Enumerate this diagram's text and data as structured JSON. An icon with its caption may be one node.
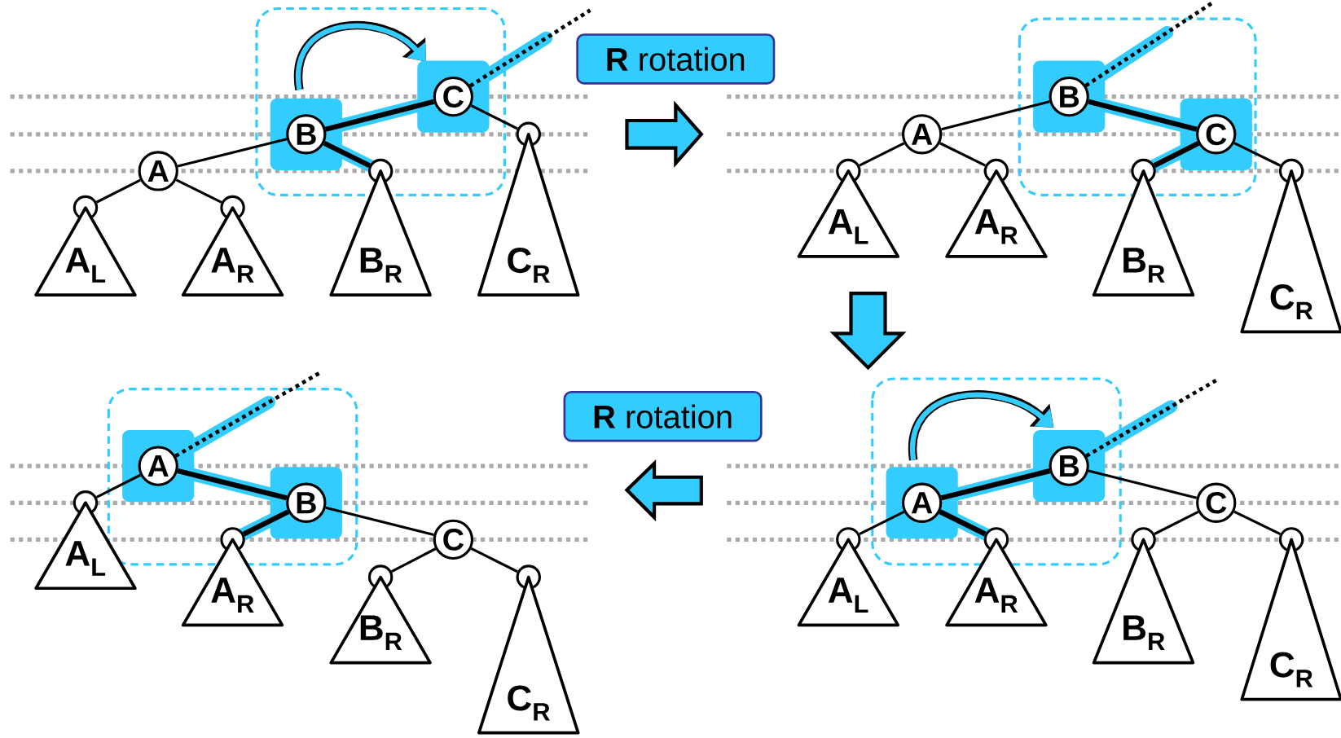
{
  "diagram": {
    "nodes": [
      {
        "text": [
          "A"
        ]
      },
      {
        "text": [
          "B"
        ]
      },
      {
        "text": [
          "C"
        ]
      },
      {
        "text": [],
        "shape": "circle"
      },
      {
        "text": [],
        "shape": "circle"
      },
      {
        "text": [],
        "shape": "circle"
      },
      {
        "text": [],
        "shape": "circle"
      },
      {
        "text": [
          "A$_{L}$"
        ]
      },
      {
        "text": [
          "A$_{R}$"
        ]
      },
      {
        "text": [
          "B$_{R}$"
        ]
      },
      {
        "text": [
          "C$_{R}$"
        ]
      },
      {
        "text": [
          "**R** rotation"
        ]
      },
      {
        "text": [
          "A"
        ]
      },
      {
        "text": [
          "B"
        ]
      },
      {
        "text": [
          "C"
        ]
      },
      {
        "text": [],
        "shape": "circle"
      },
      {
        "text": [],
        "shape": "circle"
      },
      {
        "text": [],
        "shape": "circle"
      },
      {
        "text": [],
        "shape": "circle"
      },
      {
        "text": [
          "A$_{L}$"
        ]
      },
      {
        "text": [
          "A$_{R}$"
        ]
      },
      {
        "text": [
          "B$_{R}$"
        ]
      },
      {
        "text": [
          "C$_{R}$"
        ]
      },
      {
        "text": [
          "A"
        ]
      },
      {
        "text": [
          "B"
        ]
      },
      {
        "text": [
          "C"
        ]
      },
      {
        "text": [],
        "shape": "circle"
      },
      {
        "text": [],
        "shape": "circle"
      },
      {
        "text": [],
        "shape": "circle"
      },
      {
        "text": [],
        "shape": "circle"
      },
      {
        "text": [
          "A$_{L}$"
        ]
      },
      {
        "text": [
          "A$_{R}$"
        ]
      },
      {
        "text": [
          "B$_{R}$"
        ]
      },
      {
        "text": [
          "C$_{R}$"
        ]
      },
      {
        "text": [
          "**R** rotation"
        ]
      },
      {
        "text": [
          "A"
        ]
      },
      {
        "text": [
          "B"
        ]
      },
      {
        "text": [
          "C"
        ]
      },
      {
        "text": [],
        "shape": "circle"
      },
      {
        "text": [],
        "shape": "circle"
      },
      {
        "text": [],
        "shape": "circle"
      },
      {
        "text": [],
        "shape": "circle"
      },
      {
        "text": [
          "A$_{L}$"
        ]
      },
      {
        "text": [
          "A$_{R}$"
        ]
      },
      {
        "text": [
          "B$_{R}$"
        ]
      },
      {
        "text": [
          "C$_{R}$"
        ]
      }
    ],
    "edges": [
      {
        "from": 0,
        "to": 3,
        "arrow": "none"
      },
      {
        "from": 0,
        "to": 4,
        "arrow": "none"
      },
      {
        "from": 0,
        "to": 1,
        "arrow": "none"
      },
      {
        "from": 1,
        "to": 5,
        "arrow": "none",
        "style": "thick"
      },
      {
        "from": 1,
        "to": 2,
        "arrow": "none",
        "style": "thick"
      },
      {
        "from": 2,
        "to": 6,
        "arrow": "none"
      },
      {
        "from": 2,
        "to": null,
        "arrow": "none",
        "style": "dashed"
      },
      {
        "from": 12,
        "to": 15,
        "arrow": "none"
      },
      {
        "from": 12,
        "to": 16,
        "arrow": "none"
      },
      {
        "from": 12,
        "to": 13,
        "arrow": "none"
      },
      {
        "from": 13,
        "to": 14,
        "arrow": "none",
        "style": "thick"
      },
      {
        "from": 14,
        "to": 17,
        "arrow": "none",
        "style": "thick"
      },
      {
        "from": 14,
        "to": 18,
        "arrow": "none"
      },
      {
        "from": 13,
        "to": null,
        "arrow": "none",
        "style": "dashed"
      },
      {
        "from": 23,
        "to": 26,
        "arrow": "none"
      },
      {
        "from": 23,
        "to": 24,
        "arrow": "none",
        "style": "thick"
      },
      {
        "from": 24,
        "to": 27,
        "arrow": "none",
        "style": "thick"
      },
      {
        "from": 24,
        "to": 25,
        "arrow": "none"
      },
      {
        "from": 25,
        "to": 28,
        "arrow": "none"
      },
      {
        "from": 25,
        "to": 29,
        "arrow": "none"
      },
      {
        "from": 23,
        "to": null,
        "arrow": "none",
        "style": "dashed"
      },
      {
        "from": 35,
        "to": 38,
        "arrow": "none"
      },
      {
        "from": 35,
        "to": 39,
        "arrow": "none",
        "style": "thick"
      },
      {
        "from": 35,
        "to": 36,
        "arrow": "none",
        "style": "thick"
      },
      {
        "from": 36,
        "to": 37,
        "arrow": "none"
      },
      {
        "from": 37,
        "to": 40,
        "arrow": "none"
      },
      {
        "from": 37,
        "to": 41,
        "arrow": "none"
      },
      {
        "from": 36,
        "to": null,
        "arrow": "none",
        "style": "dashed"
      }
    ]
  }
}
